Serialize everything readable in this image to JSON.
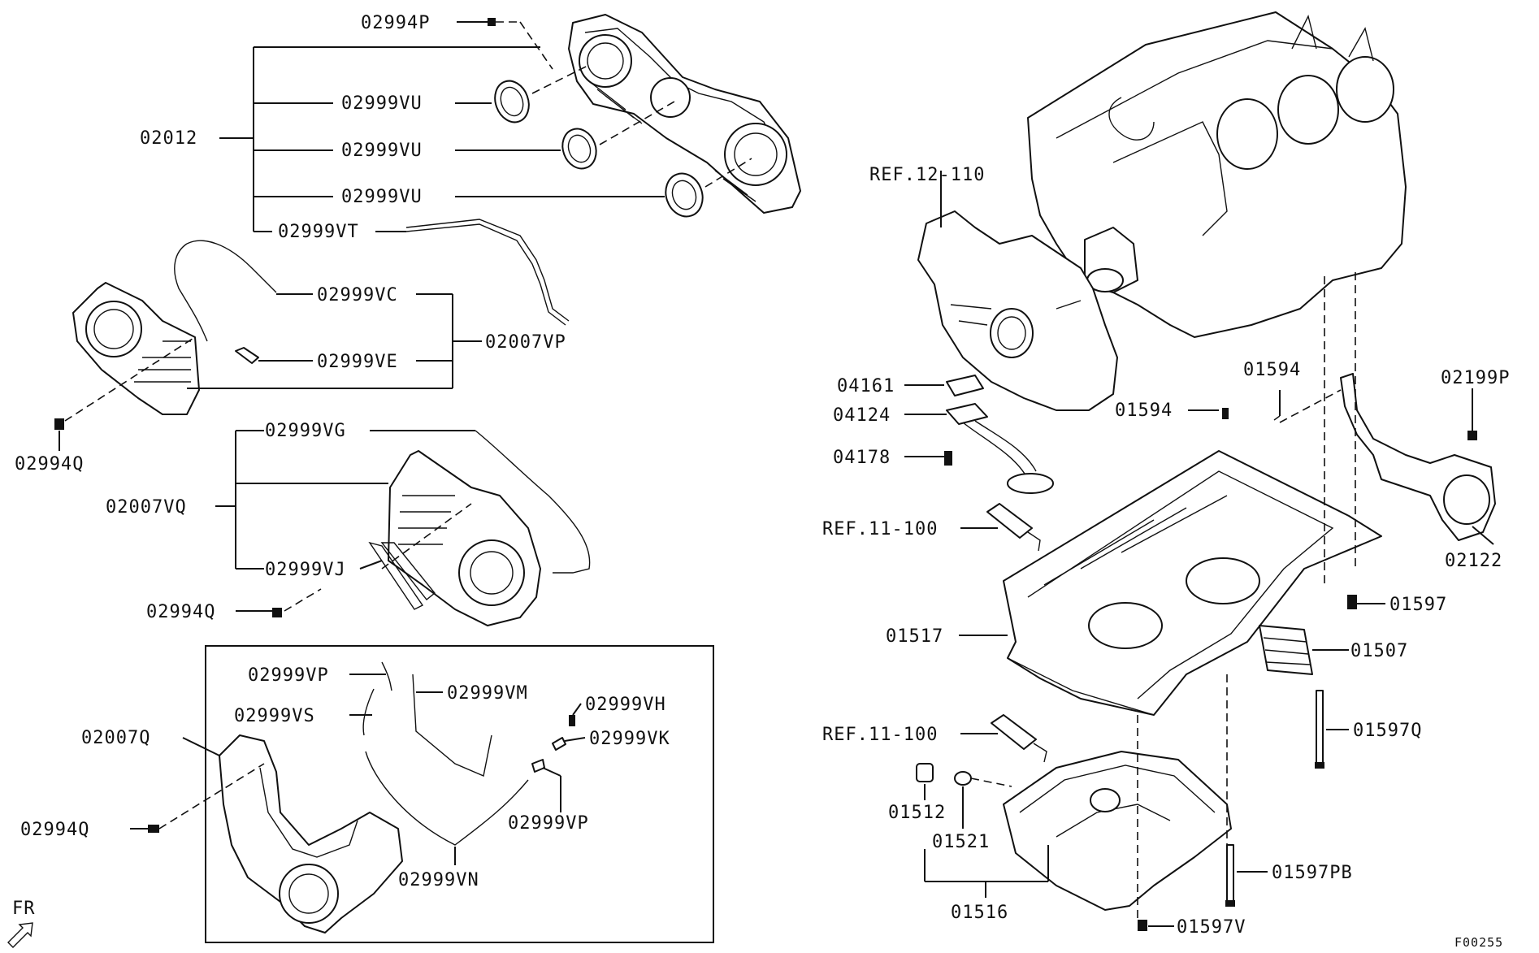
{
  "diagram_id": "F00255",
  "orientation_label": "FR",
  "labels": {
    "p02994P": "02994P",
    "p02012": "02012",
    "p02999VU_1": "02999VU",
    "p02999VU_2": "02999VU",
    "p02999VU_3": "02999VU",
    "p02999VT": "02999VT",
    "p02999VC": "02999VC",
    "p02007VP": "02007VP",
    "p02999VE": "02999VE",
    "p02994Q_1": "02994Q",
    "p02999VG": "02999VG",
    "p02007VQ": "02007VQ",
    "p02999VJ": "02999VJ",
    "p02994Q_2": "02994Q",
    "p02999VP_1": "02999VP",
    "p02999VM": "02999VM",
    "p02999VH": "02999VH",
    "p02999VS": "02999VS",
    "p02999VK": "02999VK",
    "p02007Q": "02007Q",
    "p02994Q_3": "02994Q",
    "p02999VP_2": "02999VP",
    "p02999VN": "02999VN",
    "ref12_110": "REF.12-110",
    "p04161": "04161",
    "p04124": "04124",
    "p04178": "04178",
    "p01594_1": "01594",
    "p01594_2": "01594",
    "p02199P": "02199P",
    "ref11_100_1": "REF.11-100",
    "p02122": "02122",
    "p01597": "01597",
    "p01517": "01517",
    "p01507": "01507",
    "ref11_100_2": "REF.11-100",
    "p01597Q": "01597Q",
    "p01512": "01512",
    "p01521": "01521",
    "p01597PB": "01597PB",
    "p01516": "01516",
    "p01597V": "01597V"
  }
}
